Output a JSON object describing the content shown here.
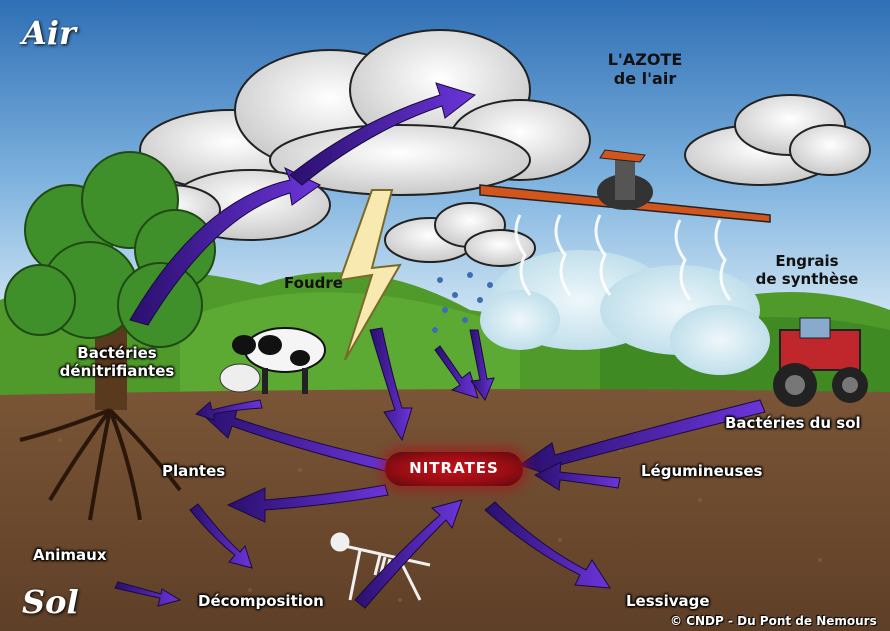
{
  "regions": {
    "air": "Air",
    "sol": "Sol"
  },
  "labels": {
    "azote_line1": "L'AZOTE",
    "azote_line2": "de l'air",
    "foudre": "Foudre",
    "engrais_line1": "Engrais",
    "engrais_line2": "de synthèse",
    "bacteries_denit_line1": "Bactéries",
    "bacteries_denit_line2": "dénitrifiantes",
    "bacteries_sol": "Bactéries du sol",
    "plantes": "Plantes",
    "nitrates": "NITRATES",
    "legumineuses": "Légumineuses",
    "animaux": "Animaux",
    "decomposition": "Décomposition",
    "lessivage": "Lessivage"
  },
  "credit": "© CNDP - Du Pont de Nemours",
  "colors": {
    "sky_top": "#2f6fb5",
    "sky_bottom": "#cfe4f4",
    "grass": "#4f9a2a",
    "soil": "#6b4a2e",
    "arrow": "#4a1d9c",
    "nitrates_red": "#b0121a"
  }
}
